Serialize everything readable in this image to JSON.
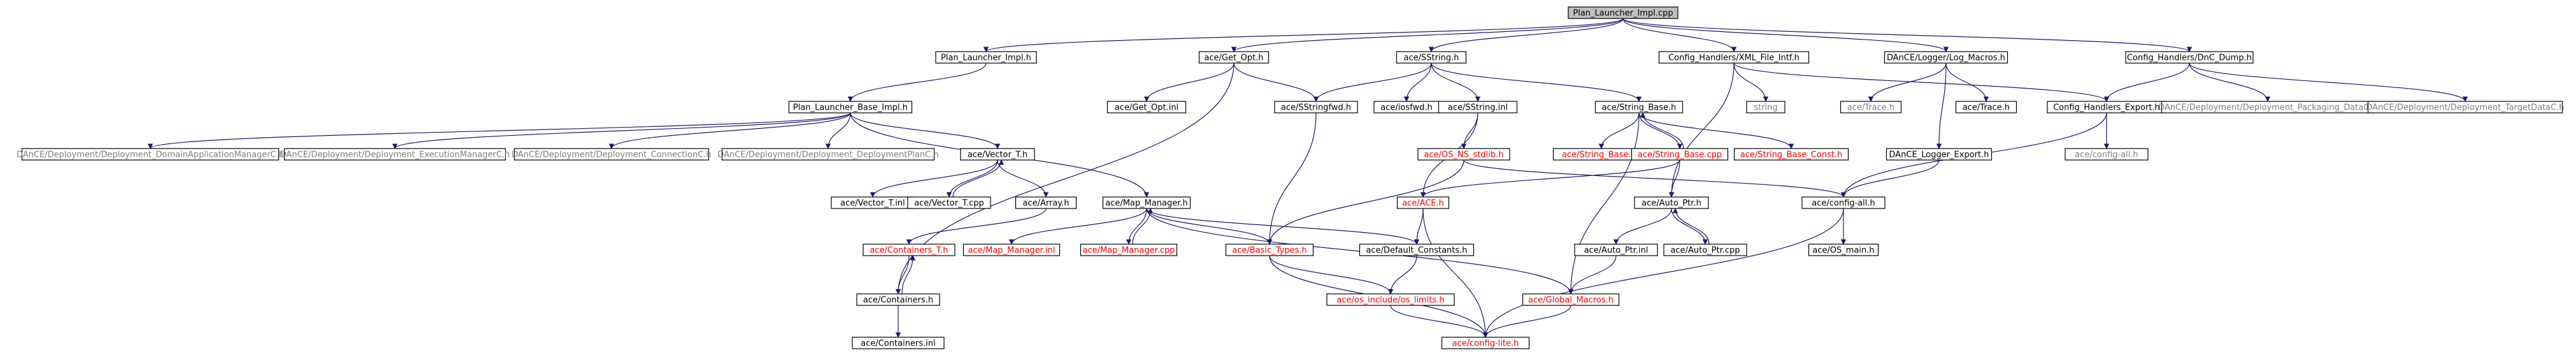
{
  "diagram": {
    "colors": {
      "edge": "#191970",
      "root_fill": "#bfbfbf",
      "node_fill": "#ffffff",
      "node_border": "#000000",
      "text_black": "#000000",
      "text_gray": "#7f7f7f",
      "text_red": "#ff0000",
      "border_gray": "#bfbfbf",
      "border_red": "#ff0000"
    },
    "nodes": [
      {
        "id": "root",
        "label": "Plan_Launcher_Impl.cpp",
        "style": "root"
      },
      {
        "id": "pli_h",
        "label": "Plan_Launcher_Impl.h",
        "style": "normal"
      },
      {
        "id": "getopt_h",
        "label": "ace/Get_Opt.h",
        "style": "normal"
      },
      {
        "id": "sstring_h",
        "label": "ace/SString.h",
        "style": "normal"
      },
      {
        "id": "xmlfile_h",
        "label": "Config_Handlers/XML_File_Intf.h",
        "style": "normal"
      },
      {
        "id": "logmacros_h",
        "label": "DAnCE/Logger/Log_Macros.h",
        "style": "normal"
      },
      {
        "id": "dncdump_h",
        "label": "Config_Handlers/DnC_Dump.h",
        "style": "normal"
      },
      {
        "id": "plbi_h",
        "label": "Plan_Launcher_Base_Impl.h",
        "style": "normal"
      },
      {
        "id": "getopt_inl",
        "label": "ace/Get_Opt.inl",
        "style": "normal"
      },
      {
        "id": "sstringfwd_h",
        "label": "ace/SStringfwd.h",
        "style": "normal"
      },
      {
        "id": "iosfwd_h",
        "label": "ace/iosfwd.h",
        "style": "normal"
      },
      {
        "id": "sstring_inl",
        "label": "ace/SString.inl",
        "style": "normal"
      },
      {
        "id": "stringbase_h",
        "label": "ace/String_Base.h",
        "style": "normal"
      },
      {
        "id": "string_std",
        "label": "string",
        "style": "gray"
      },
      {
        "id": "trace_h_gray",
        "label": "ace/Trace.h",
        "style": "gray"
      },
      {
        "id": "trace_h",
        "label": "ace/Trace.h",
        "style": "normal"
      },
      {
        "id": "chexport_h",
        "label": "Config_Handlers_Export.h",
        "style": "normal"
      },
      {
        "id": "dpdata_c",
        "label": "DAnCE/Deployment/Deployment_Packaging_DataC.h",
        "style": "gray"
      },
      {
        "id": "dtdata_c",
        "label": "DAnCE/Deployment/Deployment_TargetDataC.h",
        "style": "gray"
      },
      {
        "id": "dam_c",
        "label": "DAnCE/Deployment/Deployment_DomainApplicationManagerC.h",
        "style": "gray"
      },
      {
        "id": "dem_c",
        "label": "DAnCE/Deployment/Deployment_ExecutionManagerC.h",
        "style": "gray"
      },
      {
        "id": "dconn_c",
        "label": "DAnCE/Deployment/Deployment_ConnectionC.h",
        "style": "gray"
      },
      {
        "id": "dplan_c",
        "label": "DAnCE/Deployment/Deployment_DeploymentPlanC.h",
        "style": "gray"
      },
      {
        "id": "vector_h",
        "label": "ace/Vector_T.h",
        "style": "normal"
      },
      {
        "id": "osns_h",
        "label": "ace/OS_NS_stdlib.h",
        "style": "red"
      },
      {
        "id": "sb_inl",
        "label": "ace/String_Base.inl",
        "style": "red"
      },
      {
        "id": "sb_cpp",
        "label": "ace/String_Base.cpp",
        "style": "red"
      },
      {
        "id": "sbconst_h",
        "label": "ace/String_Base_Const.h",
        "style": "red"
      },
      {
        "id": "dlexport_h",
        "label": "DAnCE_Logger_Export.h",
        "style": "normal"
      },
      {
        "id": "configall_gray",
        "label": "ace/config-all.h",
        "style": "gray"
      },
      {
        "id": "vector_inl",
        "label": "ace/Vector_T.inl",
        "style": "normal"
      },
      {
        "id": "vector_cpp",
        "label": "ace/Vector_T.cpp",
        "style": "normal"
      },
      {
        "id": "array_h",
        "label": "ace/Array.h",
        "style": "normal"
      },
      {
        "id": "mapmgr_h",
        "label": "ace/Map_Manager.h",
        "style": "normal"
      },
      {
        "id": "ace_h",
        "label": "ace/ACE.h",
        "style": "red"
      },
      {
        "id": "autoptr_h",
        "label": "ace/Auto_Ptr.h",
        "style": "normal"
      },
      {
        "id": "configall_h",
        "label": "ace/config-all.h",
        "style": "normal"
      },
      {
        "id": "containers_t",
        "label": "ace/Containers_T.h",
        "style": "red"
      },
      {
        "id": "mm_inl",
        "label": "ace/Map_Manager.inl",
        "style": "red"
      },
      {
        "id": "mm_cpp",
        "label": "ace/Map_Manager.cpp",
        "style": "red"
      },
      {
        "id": "basictypes_h",
        "label": "ace/Basic_Types.h",
        "style": "red"
      },
      {
        "id": "defconst_h",
        "label": "ace/Default_Constants.h",
        "style": "normal"
      },
      {
        "id": "autoptr_inl",
        "label": "ace/Auto_Ptr.inl",
        "style": "normal"
      },
      {
        "id": "autoptr_cpp",
        "label": "ace/Auto_Ptr.cpp",
        "style": "normal"
      },
      {
        "id": "osmain_h",
        "label": "ace/OS_main.h",
        "style": "normal"
      },
      {
        "id": "containers_h",
        "label": "ace/Containers.h",
        "style": "normal"
      },
      {
        "id": "oslimits_h",
        "label": "ace/os_include/os_limits.h",
        "style": "red"
      },
      {
        "id": "globalmacros_h",
        "label": "ace/Global_Macros.h",
        "style": "red"
      },
      {
        "id": "configlite_h",
        "label": "ace/config-lite.h",
        "style": "red"
      },
      {
        "id": "containers_inl",
        "label": "ace/Containers.inl",
        "style": "normal"
      }
    ],
    "edges": [
      [
        "root",
        "pli_h"
      ],
      [
        "root",
        "getopt_h"
      ],
      [
        "root",
        "sstring_h"
      ],
      [
        "root",
        "xmlfile_h"
      ],
      [
        "root",
        "logmacros_h"
      ],
      [
        "root",
        "dncdump_h"
      ],
      [
        "pli_h",
        "plbi_h"
      ],
      [
        "getopt_h",
        "getopt_inl"
      ],
      [
        "getopt_h",
        "sstringfwd_h"
      ],
      [
        "getopt_h",
        "containers_h"
      ],
      [
        "sstring_h",
        "sstringfwd_h"
      ],
      [
        "sstring_h",
        "iosfwd_h"
      ],
      [
        "sstring_h",
        "sstring_inl"
      ],
      [
        "sstring_h",
        "stringbase_h"
      ],
      [
        "xmlfile_h",
        "string_std"
      ],
      [
        "xmlfile_h",
        "chexport_h"
      ],
      [
        "xmlfile_h",
        "autoptr_h"
      ],
      [
        "logmacros_h",
        "trace_h_gray"
      ],
      [
        "logmacros_h",
        "trace_h"
      ],
      [
        "logmacros_h",
        "dlexport_h"
      ],
      [
        "dncdump_h",
        "chexport_h"
      ],
      [
        "dncdump_h",
        "dpdata_c"
      ],
      [
        "dncdump_h",
        "dtdata_c"
      ],
      [
        "plbi_h",
        "dam_c"
      ],
      [
        "plbi_h",
        "dem_c"
      ],
      [
        "plbi_h",
        "dconn_c"
      ],
      [
        "plbi_h",
        "dplan_c"
      ],
      [
        "plbi_h",
        "vector_h"
      ],
      [
        "plbi_h",
        "mapmgr_h"
      ],
      [
        "sstringfwd_h",
        "basictypes_h"
      ],
      [
        "sstring_inl",
        "osns_h"
      ],
      [
        "sstring_inl",
        "ace_h"
      ],
      [
        "stringbase_h",
        "sb_inl"
      ],
      [
        "stringbase_h",
        "sb_cpp"
      ],
      [
        "stringbase_h",
        "sbconst_h"
      ],
      [
        "stringbase_h",
        "globalmacros_h"
      ],
      [
        "chexport_h",
        "configall_gray"
      ],
      [
        "chexport_h",
        "configall_h"
      ],
      [
        "dlexport_h",
        "configall_h"
      ],
      [
        "vector_h",
        "vector_inl"
      ],
      [
        "vector_h",
        "vector_cpp"
      ],
      [
        "vector_h",
        "array_h"
      ],
      [
        "vector_cpp",
        "vector_h"
      ],
      [
        "osns_h",
        "basictypes_h"
      ],
      [
        "osns_h",
        "configall_h"
      ],
      [
        "sb_cpp",
        "ace_h"
      ],
      [
        "sb_cpp",
        "autoptr_h"
      ],
      [
        "sb_cpp",
        "stringbase_h"
      ],
      [
        "array_h",
        "containers_t"
      ],
      [
        "mapmgr_h",
        "mm_inl"
      ],
      [
        "mapmgr_h",
        "mm_cpp"
      ],
      [
        "mapmgr_h",
        "basictypes_h"
      ],
      [
        "mapmgr_h",
        "defconst_h"
      ],
      [
        "mapmgr_h",
        "globalmacros_h"
      ],
      [
        "mm_cpp",
        "mapmgr_h"
      ],
      [
        "ace_h",
        "defconst_h"
      ],
      [
        "ace_h",
        "configlite_h"
      ],
      [
        "autoptr_h",
        "autoptr_inl"
      ],
      [
        "autoptr_h",
        "autoptr_cpp"
      ],
      [
        "autoptr_cpp",
        "autoptr_h"
      ],
      [
        "autoptr_inl",
        "globalmacros_h"
      ],
      [
        "configall_h",
        "osmain_h"
      ],
      [
        "configall_h",
        "configlite_h"
      ],
      [
        "containers_t",
        "containers_h"
      ],
      [
        "containers_h",
        "containers_t"
      ],
      [
        "containers_h",
        "containers_inl"
      ],
      [
        "basictypes_h",
        "oslimits_h"
      ],
      [
        "basictypes_h",
        "configlite_h"
      ],
      [
        "defconst_h",
        "oslimits_h"
      ],
      [
        "oslimits_h",
        "configlite_h"
      ],
      [
        "globalmacros_h",
        "configlite_h"
      ]
    ]
  }
}
